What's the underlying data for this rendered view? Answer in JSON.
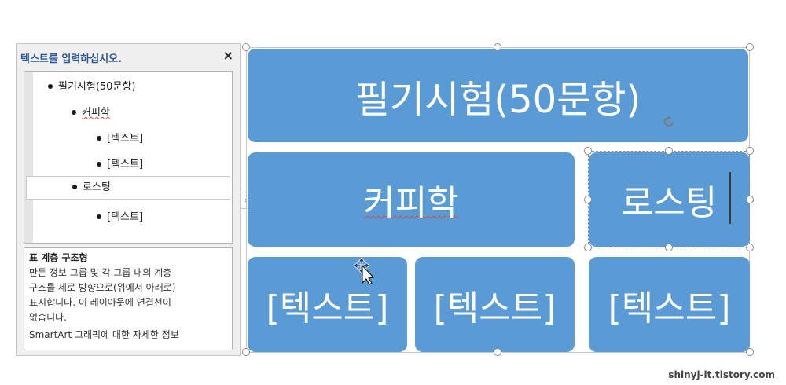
{
  "text_pane": {
    "title": "텍스트를 입력하십시오.",
    "close_icon": "×",
    "items": [
      {
        "text": "필기시험(50문항)",
        "level": 1
      },
      {
        "text": "커피학",
        "level": 2
      },
      {
        "text": "[텍스트]",
        "level": 3
      },
      {
        "text": "[텍스트]",
        "level": 3
      },
      {
        "text": "로스팅",
        "level": 2
      },
      {
        "text": "[텍스트]",
        "level": 3
      }
    ],
    "description": {
      "title": "표 계층 구조형",
      "lines": [
        "만든 정보 그룹 및 각 그룹 내의 계층",
        "구조를 세로 방향으로(위에서 아래로)",
        "표시합니다. 이 레이아웃에 연결선이",
        "없습니다."
      ],
      "link": "SmartArt 그래픽에 대한 자세한 정보"
    },
    "toggle_icon": "›"
  },
  "smartart": {
    "top": "필기시험(50문항)",
    "group1": "커피학",
    "group2": "로스팅",
    "leaf1": "[텍스트]",
    "leaf2": "[텍스트]",
    "leaf3": "[텍스트]",
    "fill_color": "#5b9bd5"
  },
  "icons": [
    "rotate-handle-icon",
    "move-cursor-icon",
    "close-icon",
    "chevron-right-icon"
  ],
  "watermark": "shinyj-it.tistory.com"
}
